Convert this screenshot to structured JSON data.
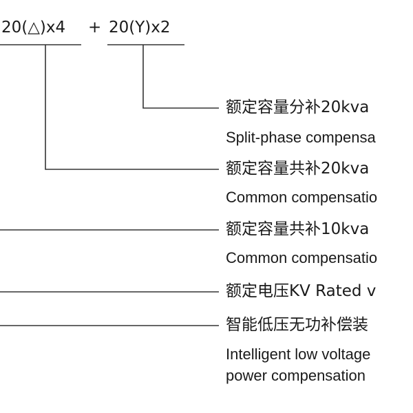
{
  "header": {
    "segment_a": "20(△)x4",
    "plus": "+",
    "segment_b": "20(Y)x2"
  },
  "labels": [
    {
      "cn": "额定容量分补20kva",
      "en": "Split-phase compensa"
    },
    {
      "cn": "额定容量共补20kva",
      "en": "Common compensatio"
    },
    {
      "cn": "额定容量共补10kva",
      "en": "Common compensatio"
    },
    {
      "cn": "额定电压KV Rated v",
      "en": ""
    },
    {
      "cn": "智能低压无功补偿装",
      "en": "Intelligent low voltage",
      "en2": "power compensation"
    }
  ]
}
